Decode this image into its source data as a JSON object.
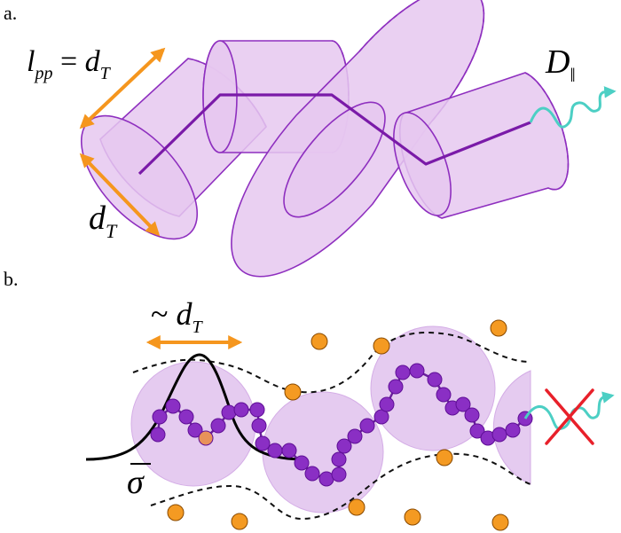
{
  "panel_a": {
    "label": "a.",
    "top_length_label": {
      "l": "l",
      "sub": "pp",
      "eq": " = ",
      "d": "d",
      "dsub": "T"
    },
    "bottom_length_label": {
      "d": "d",
      "sub": "T"
    },
    "diffusion_label": {
      "D": "D",
      "sub": "‖"
    }
  },
  "panel_b": {
    "label": "b.",
    "width_label": {
      "prefix": "~ ",
      "d": "d",
      "sub": "T"
    },
    "sigma_label": "σ"
  },
  "colors": {
    "tube_fill": "#e6c8f0",
    "tube_stroke": "#8e2fbf",
    "backbone": "#7a1aa8",
    "arrow": "#f5961e",
    "wiggle": "#4ccfc4",
    "bead": "#8a2fc4",
    "bead_stroke": "#5f0f96",
    "blob_fill": "#e2c5ee",
    "obstacle": "#f49a22",
    "cross": "#e8202a"
  }
}
